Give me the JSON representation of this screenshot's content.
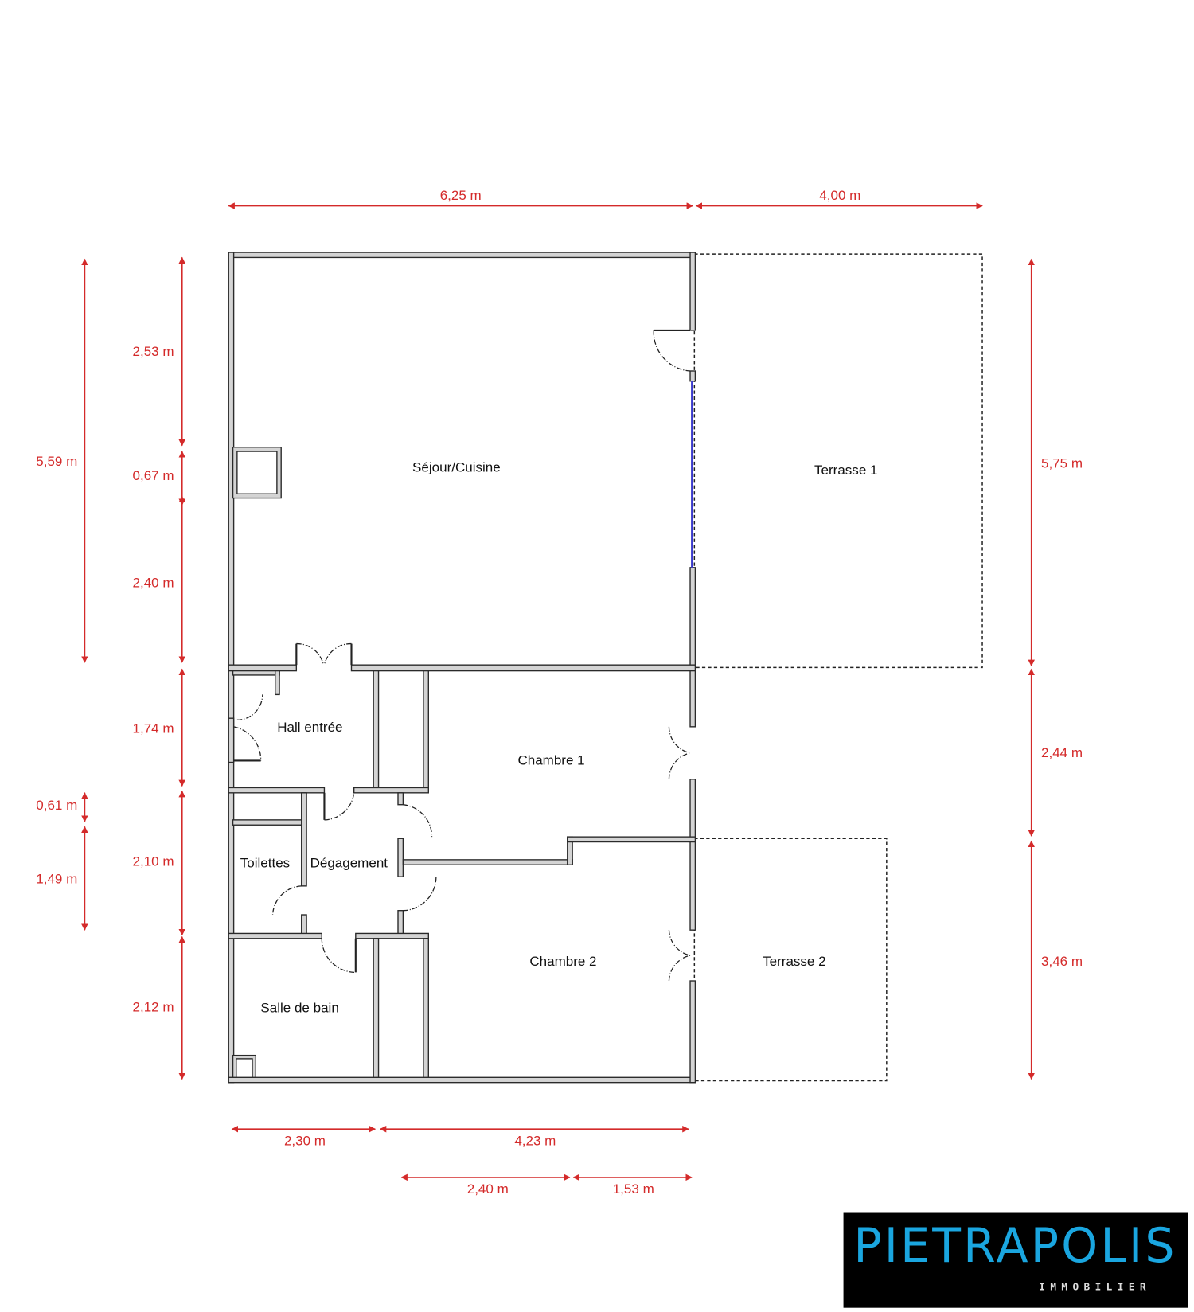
{
  "rooms": {
    "sejour": "Séjour/Cuisine",
    "terrasse1": "Terrasse 1",
    "hall": "Hall entrée",
    "chambre1": "Chambre 1",
    "toilettes": "Toilettes",
    "degagement": "Dégagement",
    "chambre2": "Chambre 2",
    "terrasse2": "Terrasse 2",
    "salle_de_bain": "Salle de bain"
  },
  "dimensions": {
    "top": [
      "6,25 m",
      "4,00 m"
    ],
    "left_outer": [
      "5,59 m",
      "0,61 m",
      "1,49 m"
    ],
    "left_inner": [
      "2,53 m",
      "0,67 m",
      "2,40 m",
      "1,74 m",
      "2,10 m",
      "2,12 m"
    ],
    "right": [
      "5,75 m",
      "2,44 m",
      "3,46 m"
    ],
    "bottom_row1": [
      "2,30 m",
      "4,23 m"
    ],
    "bottom_row2": [
      "2,40 m",
      "1,53 m"
    ]
  },
  "logo": {
    "name": "PIETRAPOLIS",
    "tagline": "IMMOBILIER"
  },
  "colors": {
    "dimension": "#d42a2a",
    "logo_text": "#1aa6e0",
    "window": "#3a3acc"
  }
}
